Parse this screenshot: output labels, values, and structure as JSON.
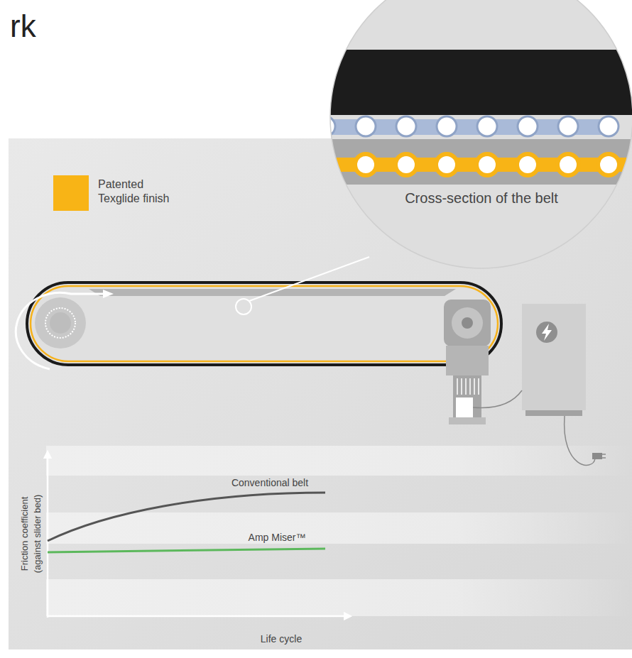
{
  "diagram": {
    "title": "rk",
    "nodes": [
      {
        "text": [
          "Cross-section of the belt"
        ]
      }
    ],
    "labels": [
      "Conventional belt",
      "Amp Miser™",
      "Friction coefficient",
      "(against slider bed)",
      "Life cycle"
    ],
    "legend": [
      {
        "text": "Patented Texglide finish",
        "color": "#f8b416"
      }
    ]
  }
}
